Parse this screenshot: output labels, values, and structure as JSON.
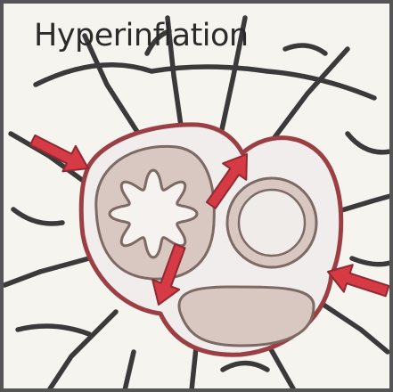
{
  "figure": {
    "title": "Hyperinflation"
  },
  "colors": {
    "background": "#f6f4ee",
    "septa": "#3a3a3a",
    "frame": "#555555",
    "central_space": "#f1edec",
    "boundary": "#9c3f44",
    "structure_fill": "#d9c8c2",
    "structure_stroke": "#7d6a64",
    "arrow": "#d53a45",
    "arrow_stroke": "#8e2a31"
  },
  "icons": {
    "arrows": "inward-pointing-arrow",
    "structures": [
      "folded-tube",
      "round-tube",
      "crescent-tube"
    ]
  }
}
